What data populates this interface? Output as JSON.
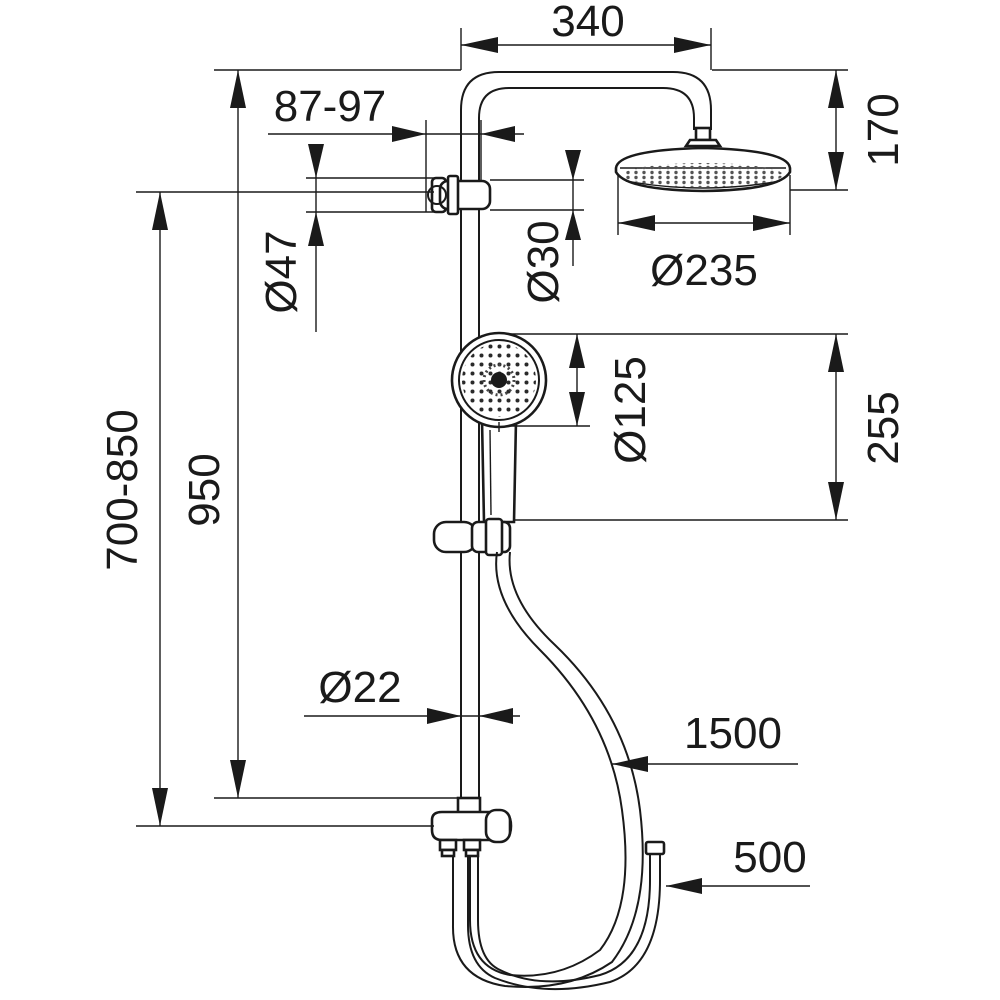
{
  "diagram": {
    "type": "technical-drawing",
    "subject": "shower column",
    "line_color": "#1a1a1a",
    "background": "#ffffff"
  },
  "dimensions": {
    "arm_width": "340",
    "head_drop": "170",
    "bracket_offset": "87-97",
    "bracket_diameter": "Ø47",
    "pipe_diameter_upper": "Ø30",
    "head_diameter": "Ø235",
    "total_height": "950",
    "adjustable_height": "700-850",
    "hand_shower_diameter": "Ø125",
    "hand_shower_length": "255",
    "pipe_diameter_lower": "Ø22",
    "hose_long": "1500",
    "hose_short": "500"
  }
}
